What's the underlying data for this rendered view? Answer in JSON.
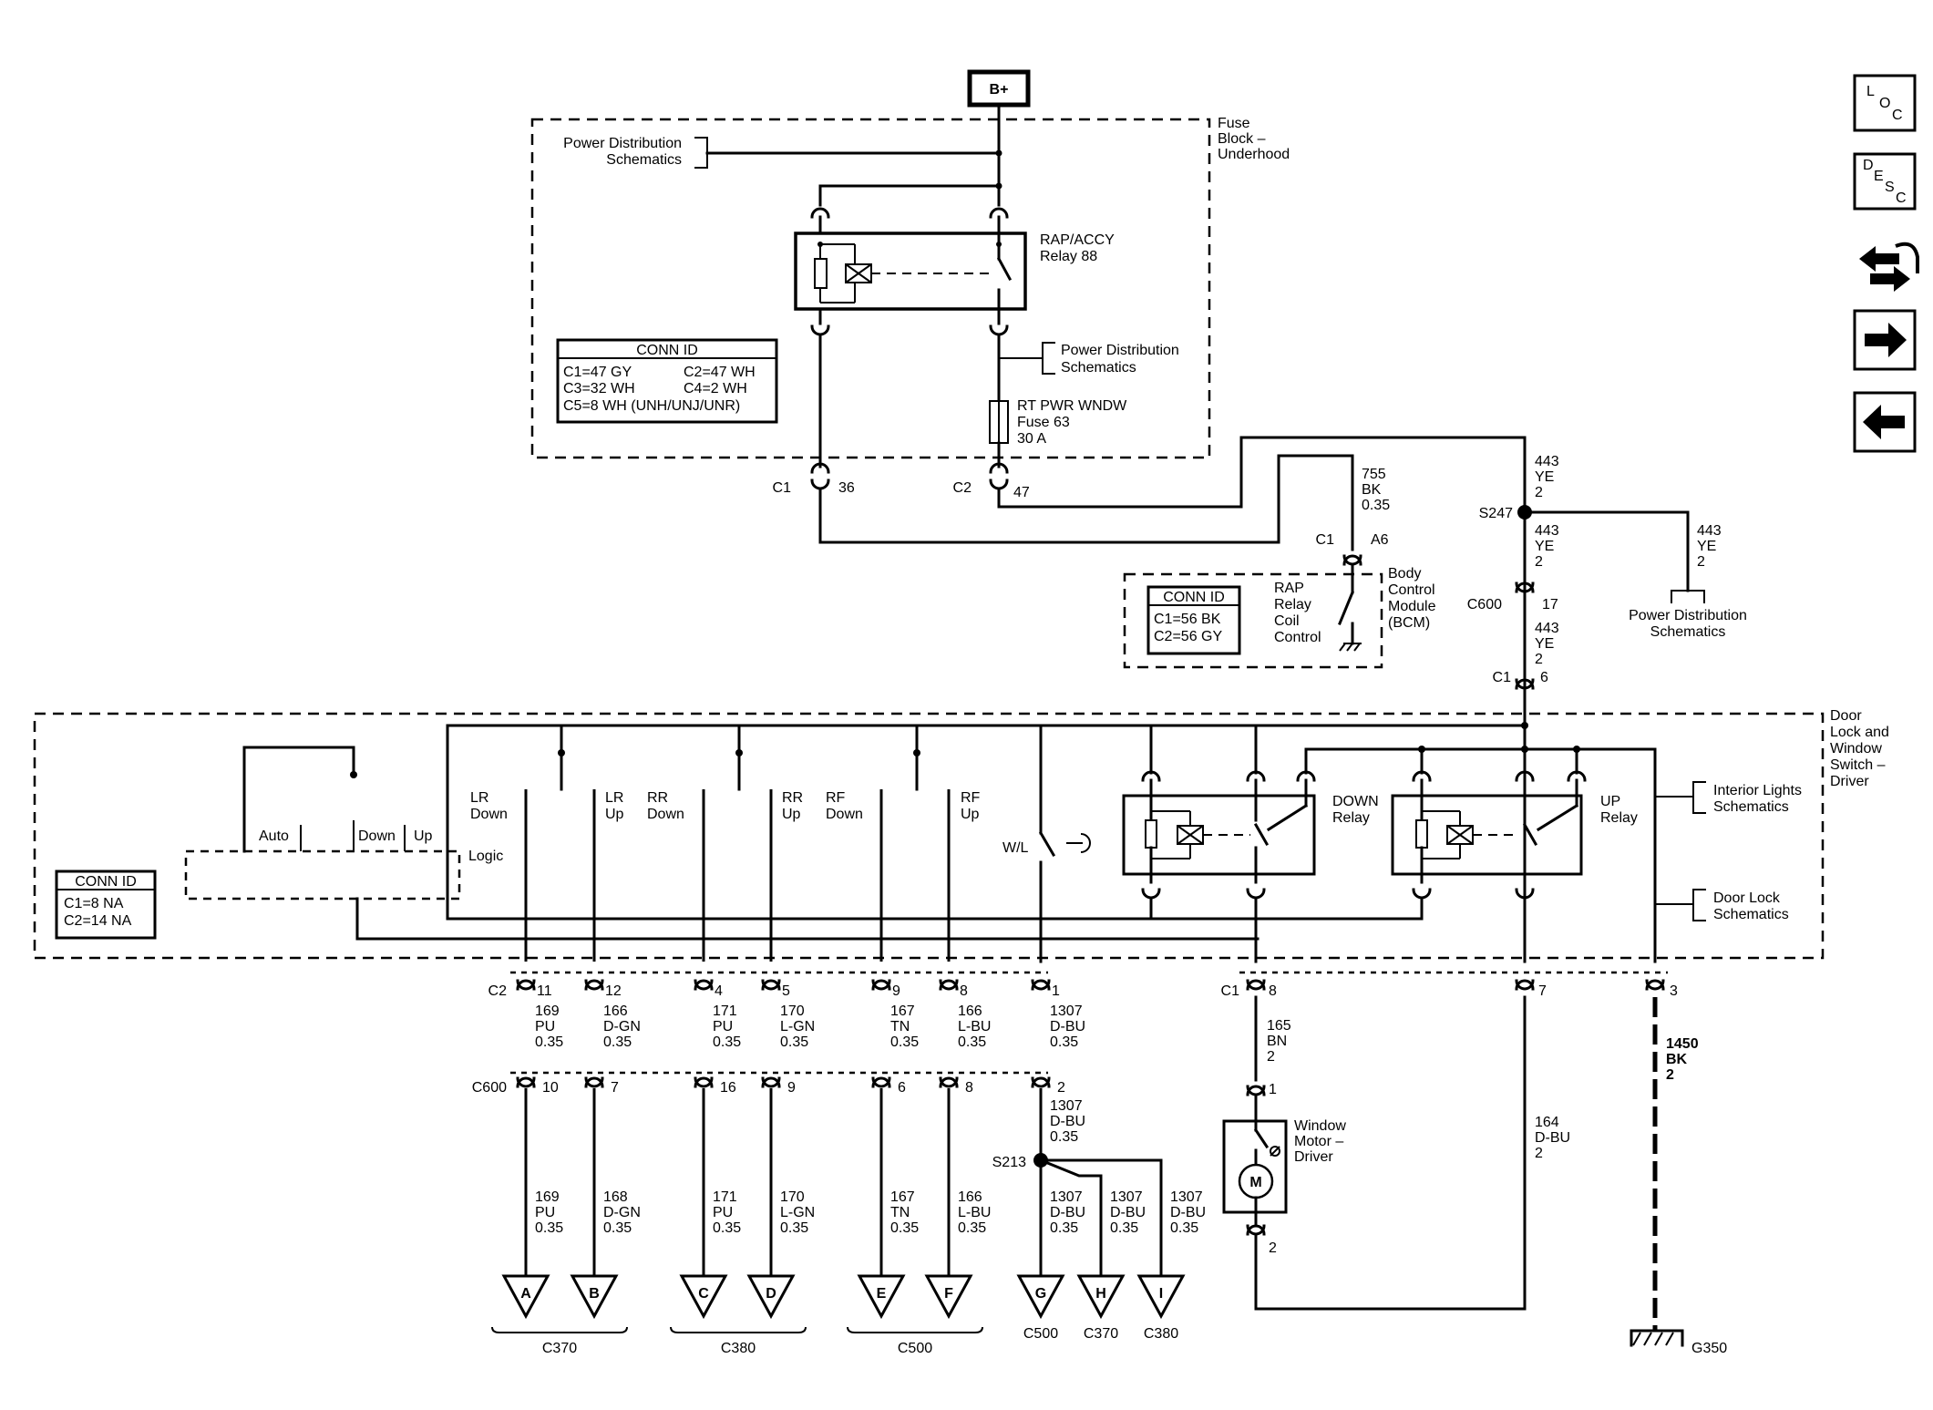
{
  "supply": {
    "label": "B+"
  },
  "fuse_block": {
    "title": "Fuse Block – Underhood",
    "pds_top_1": "Power Distribution",
    "pds_top_2": "Schematics",
    "relay_name_1": "RAP/ACCY",
    "relay_name_2": "Relay 88",
    "pds_mid_1": "Power Distribution",
    "pds_mid_2": "Schematics",
    "fuse_1": "RT PWR WNDW",
    "fuse_2": "Fuse 63",
    "fuse_3": "30 A",
    "conn_id": {
      "header": "CONN ID",
      "row1a": "C1=47 GY",
      "row1b": "C2=47 WH",
      "row2a": "C3=32 WH",
      "row2b": "C4=2 WH",
      "row3": "C5=8 WH (UNH/UNJ/UNR)"
    },
    "c1": "C1",
    "c1_pin": "36",
    "c2": "C2",
    "c2_pin": "47"
  },
  "bcm": {
    "title_1": "Body",
    "title_2": "Control",
    "title_3": "Module",
    "title_4": "(BCM)",
    "wire_1": "755",
    "wire_2": "BK",
    "wire_3": "0.35",
    "conn": "C1",
    "pin": "A6",
    "rap_1": "RAP",
    "rap_2": "Relay",
    "rap_3": "Coil",
    "rap_4": "Control",
    "conn_id": {
      "header": "CONN ID",
      "row1": "C1=56 BK",
      "row2": "C2=56 GY"
    }
  },
  "splice_feed": {
    "w443a_1": "443",
    "w443a_2": "YE",
    "w443a_3": "2",
    "splice": "S247",
    "w443b_1": "443",
    "w443b_2": "YE",
    "w443b_3": "2",
    "w443c_1": "443",
    "w443c_2": "YE",
    "w443c_3": "2",
    "pds_1": "Power Distribution",
    "pds_2": "Schematics",
    "c600": "C600",
    "c600_pin": "17",
    "w443d_1": "443",
    "w443d_2": "YE",
    "w443d_3": "2",
    "c1": "C1",
    "c1_pin": "6"
  },
  "switch": {
    "title_1": "Door",
    "title_2": "Lock and",
    "title_3": "Window",
    "title_4": "Switch –",
    "title_5": "Driver",
    "conn_id": {
      "header": "CONN ID",
      "row1": "C1=8 NA",
      "row2": "C2=14 NA"
    },
    "auto": "Auto",
    "down": "Down",
    "up": "Up",
    "logic": "Logic",
    "lr_down_1": "LR",
    "lr_down_2": "Down",
    "lr_up_1": "LR",
    "lr_up_2": "Up",
    "rr_down_1": "RR",
    "rr_down_2": "Down",
    "rr_up_1": "RR",
    "rr_up_2": "Up",
    "rf_down_1": "RF",
    "rf_down_2": "Down",
    "rf_up_1": "RF",
    "rf_up_2": "Up",
    "wl": "W/L",
    "down_relay_1": "DOWN",
    "down_relay_2": "Relay",
    "up_relay_1": "UP",
    "up_relay_2": "Relay",
    "int_lights_1": "Interior Lights",
    "int_lights_2": "Schematics",
    "door_lock_1": "Door Lock",
    "door_lock_2": "Schematics"
  },
  "c2_row": {
    "label": "C2",
    "pins": [
      "11",
      "12",
      "4",
      "5",
      "9",
      "8",
      "1"
    ],
    "wires": [
      [
        "169",
        "PU",
        "0.35"
      ],
      [
        "166",
        "D-GN",
        "0.35"
      ],
      [
        "171",
        "PU",
        "0.35"
      ],
      [
        "170",
        "L-GN",
        "0.35"
      ],
      [
        "167",
        "TN",
        "0.35"
      ],
      [
        "166",
        "L-BU",
        "0.35"
      ],
      [
        "1307",
        "D-BU",
        "0.35"
      ]
    ]
  },
  "c1_row": {
    "label": "C1",
    "pin_a": "8",
    "pin_b": "7",
    "pin_c": "3"
  },
  "c600_row": {
    "label": "C600",
    "pins": [
      "10",
      "7",
      "16",
      "9",
      "6",
      "8",
      "2"
    ]
  },
  "lower_wires": [
    [
      "169",
      "PU",
      "0.35"
    ],
    [
      "168",
      "D-GN",
      "0.35"
    ],
    [
      "171",
      "PU",
      "0.35"
    ],
    [
      "170",
      "L-GN",
      "0.35"
    ],
    [
      "167",
      "TN",
      "0.35"
    ],
    [
      "166",
      "L-BU",
      "0.35"
    ]
  ],
  "s213": {
    "label": "S213",
    "upper": [
      "1307",
      "D-BU",
      "0.35"
    ],
    "branches": [
      [
        "1307",
        "D-BU",
        "0.35"
      ],
      [
        "1307",
        "D-BU",
        "0.35"
      ],
      [
        "1307",
        "D-BU",
        "0.35"
      ]
    ]
  },
  "motor": {
    "wire": [
      "165",
      "BN",
      "2"
    ],
    "pin_top": "1",
    "pin_bot": "2",
    "name_1": "Window",
    "name_2": "Motor –",
    "name_3": "Driver",
    "symbol": "M",
    "return_wire": [
      "164",
      "D-BU",
      "2"
    ]
  },
  "ground": {
    "wire": [
      "1450",
      "BK",
      "2"
    ],
    "label": "G350"
  },
  "terminals": {
    "letters": [
      "A",
      "B",
      "C",
      "D",
      "E",
      "F",
      "G",
      "H",
      "I"
    ],
    "group_c370": "C370",
    "group_c380": "C380",
    "group_c500": "C500",
    "g_label": "C500",
    "h_label": "C370",
    "i_label": "C380"
  },
  "nav_buttons": {
    "loc": [
      "L",
      "O",
      "C"
    ],
    "desc": [
      "D",
      "E",
      "S",
      "C"
    ]
  }
}
